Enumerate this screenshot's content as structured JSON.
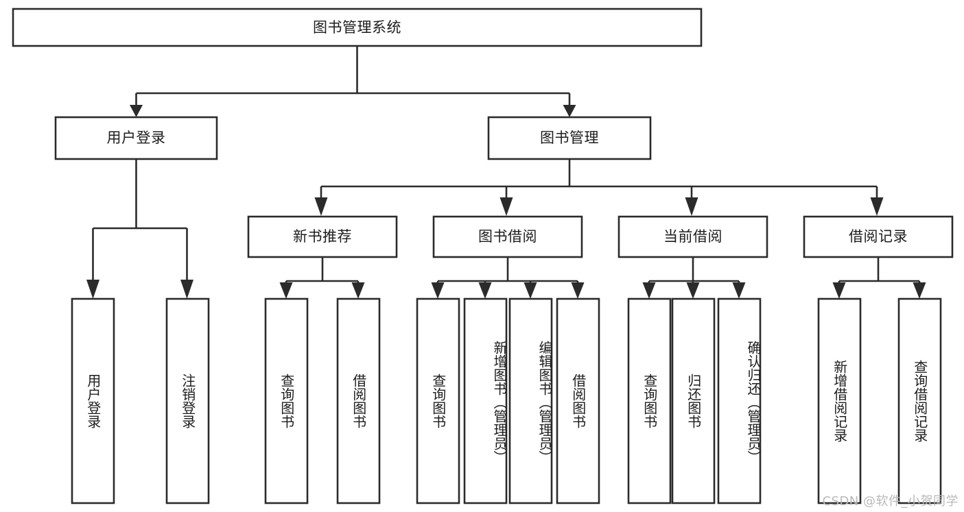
{
  "diagram": {
    "type": "tree-hierarchy-chart",
    "title_node": {
      "id": "root",
      "label": "图书管理系统"
    },
    "level2": [
      {
        "id": "user-login",
        "label": "用户登录"
      },
      {
        "id": "book-management",
        "label": "图书管理"
      }
    ],
    "level3": [
      {
        "id": "new-book-recommend",
        "label": "新书推荐",
        "parent": "book-management"
      },
      {
        "id": "book-borrow",
        "label": "图书借阅",
        "parent": "book-management"
      },
      {
        "id": "current-borrow",
        "label": "当前借阅",
        "parent": "book-management"
      },
      {
        "id": "borrow-record",
        "label": "借阅记录",
        "parent": "book-management"
      }
    ],
    "leaves": [
      {
        "id": "leaf-user-login",
        "label": "用户登录",
        "parent": "user-login"
      },
      {
        "id": "leaf-logout-login",
        "label": "注销登录",
        "parent": "user-login"
      },
      {
        "id": "leaf-query-book-1",
        "label": "查询图书",
        "parent": "new-book-recommend"
      },
      {
        "id": "leaf-borrow-book-1",
        "label": "借阅图书",
        "parent": "new-book-recommend"
      },
      {
        "id": "leaf-query-book-2",
        "label": "查询图书",
        "parent": "book-borrow"
      },
      {
        "id": "leaf-add-book",
        "label": "新增图书（管理员）",
        "parent": "book-borrow"
      },
      {
        "id": "leaf-edit-book",
        "label": "编辑图书（管理员）",
        "parent": "book-borrow"
      },
      {
        "id": "leaf-borrow-book-2",
        "label": "借阅图书",
        "parent": "book-borrow"
      },
      {
        "id": "leaf-query-book-3",
        "label": "查询图书",
        "parent": "current-borrow"
      },
      {
        "id": "leaf-return-book",
        "label": "归还图书",
        "parent": "current-borrow"
      },
      {
        "id": "leaf-confirm-return",
        "label": "确认归还（管理员）",
        "parent": "current-borrow"
      },
      {
        "id": "leaf-add-record",
        "label": "新增借阅记录",
        "parent": "borrow-record"
      },
      {
        "id": "leaf-query-record",
        "label": "查询借阅记录",
        "parent": "borrow-record"
      }
    ],
    "watermark": "CSDN @软件_小贺同学",
    "colors": {
      "stroke": "#2b2b2b",
      "fill": "#ffffff",
      "text": "#1c1c1c",
      "watermark": "#b9b9b9"
    }
  }
}
